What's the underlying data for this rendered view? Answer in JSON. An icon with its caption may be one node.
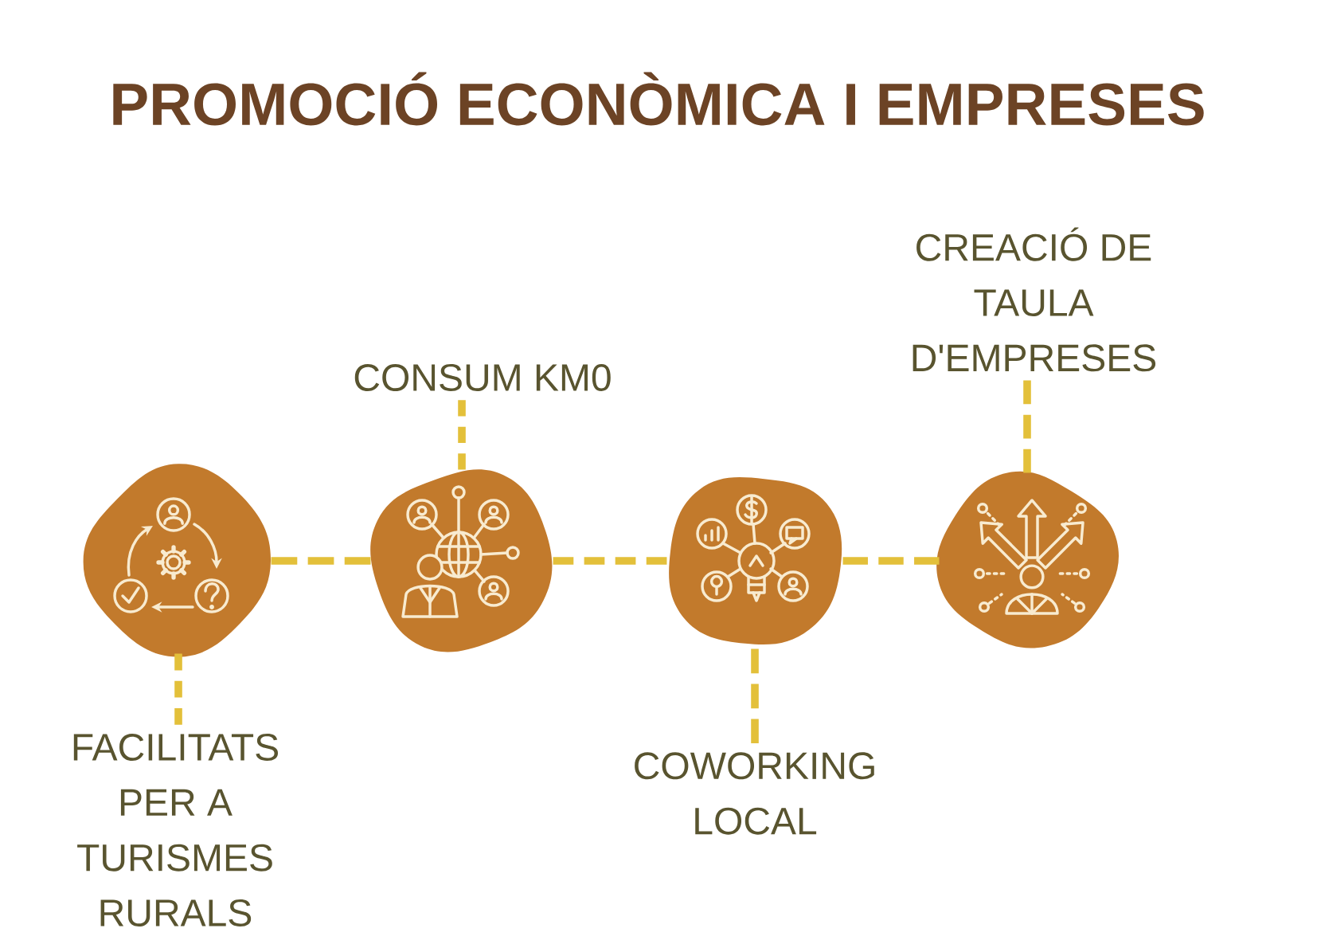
{
  "diagram": {
    "title": "PROMOCIÓ ECONÒMICA I EMPRESES",
    "nodes": [
      {
        "text": [],
        "shape": "circle"
      },
      {
        "text": [],
        "shape": "circle"
      },
      {
        "text": [],
        "shape": "circle"
      },
      {
        "text": [],
        "shape": "circle"
      },
      {
        "text": [
          "FACILITATS PER A TURISMES RURALS"
        ]
      },
      {
        "text": [
          "CONSUM KM0"
        ]
      },
      {
        "text": [
          "COWORKING LOCAL"
        ]
      },
      {
        "text": [
          "CREACIÓ DE TAULA D'EMPRESES"
        ]
      }
    ],
    "edges": [
      {
        "from": 0,
        "to": 1,
        "arrow": "none",
        "style": "dashed"
      },
      {
        "from": 1,
        "to": 2,
        "arrow": "none",
        "style": "dashed"
      },
      {
        "from": 2,
        "to": 3,
        "arrow": "none",
        "style": "dashed"
      },
      {
        "from": 4,
        "to": 0,
        "arrow": "none",
        "style": "dashed"
      },
      {
        "from": 5,
        "to": 1,
        "arrow": "none",
        "style": "dashed"
      },
      {
        "from": 6,
        "to": 2,
        "arrow": "none",
        "style": "dashed"
      },
      {
        "from": 7,
        "to": 3,
        "arrow": "none",
        "style": "dashed"
      }
    ]
  }
}
